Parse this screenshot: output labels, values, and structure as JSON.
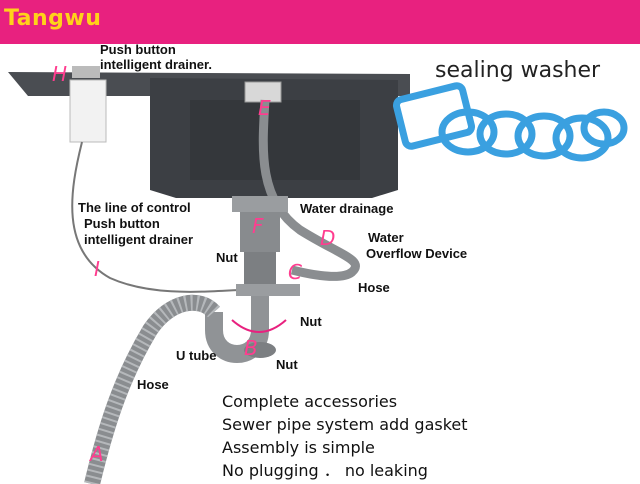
{
  "banner": {
    "brand": "Tangwu",
    "color": "#e8217f",
    "brand_color": "#ffd21a"
  },
  "labels": {
    "push_button": "Push button",
    "intelligent_drainer": "intelligent drainer.",
    "sealing_washer": "sealing washer",
    "control_line_1": "The line of control",
    "control_line_2": "Push button",
    "control_line_3": "intelligent drainer",
    "water_drainage": "Water drainage",
    "water": "Water",
    "overflow_device": "Overflow Device",
    "nut_1": "Nut",
    "hose_1": "Hose",
    "nut_2": "Nut",
    "u_tube": "U tube",
    "nut_3": "Nut",
    "hose_2": "Hose"
  },
  "letters": {
    "a": "A",
    "b": "B",
    "c": "C",
    "d": "D",
    "e": "E",
    "f": "F",
    "h": "H",
    "i": "I"
  },
  "features": [
    "Complete accessories",
    "Sewer pipe system add gasket",
    "Assembly is simple",
    "No plugging ． no leaking"
  ],
  "colors": {
    "washer": "#3aa0e0",
    "sink": "#3c3f44",
    "pipe": "#8a8d90",
    "letter": "#ff3d8f"
  }
}
